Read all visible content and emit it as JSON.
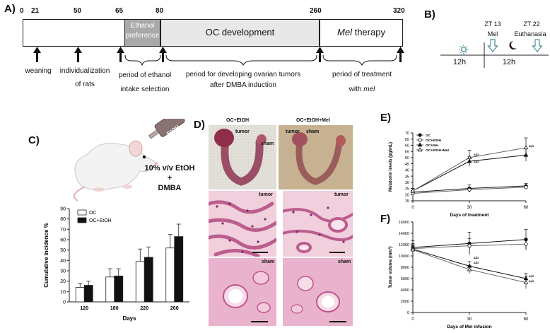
{
  "panel_a": {
    "letter": "A)",
    "ticks": [
      "0",
      "21",
      "50",
      "65",
      "80",
      "260",
      "320"
    ],
    "phases": [
      "Ethanol",
      "preference",
      "OC development",
      "Mel",
      "therapy"
    ],
    "arrow_labels": [
      "weaning",
      "individualization",
      "of rats"
    ],
    "bracket_labels": [
      [
        "period of ethanol",
        "intake selection"
      ],
      [
        "period for developing ovarian tumors",
        "after DMBA induction"
      ],
      [
        "period of treatment",
        "with",
        "mel"
      ]
    ]
  },
  "panel_b": {
    "letter": "B)",
    "zt13": "ZT 13",
    "mel": "Mel",
    "zt22": "ZT 22",
    "euthanasia": "Euthanasia",
    "light_period": "12h",
    "dark_period": "12h",
    "icons": [
      "sun-icon",
      "moon-icon",
      "down-arrow-icon"
    ]
  },
  "panel_c": {
    "letter": "C)",
    "bottle_label": "EtOH",
    "treatment_line1": "10% v/v EtOH",
    "treatment_line2": "+",
    "treatment_line3": "DMBA"
  },
  "panel_d": {
    "letter": "D)",
    "col_titles": [
      "OC+EtOH",
      "OC+EtOH+Mel"
    ],
    "captions": {
      "tumor": "tumor",
      "sham": "sham"
    }
  },
  "panel_e": {
    "letter": "E)"
  },
  "panel_f": {
    "letter": "F)"
  },
  "chart_data": [
    {
      "id": "C",
      "type": "bar",
      "xlabel": "Days",
      "ylabel": "Cumulative incidence %",
      "categories": [
        "120",
        "180",
        "220",
        "260"
      ],
      "ylim": [
        0,
        90
      ],
      "yticks": [
        0,
        10,
        20,
        30,
        40,
        50,
        60,
        70,
        80,
        90
      ],
      "series": [
        {
          "name": "OC",
          "color": "#ffffff",
          "values": [
            14,
            24,
            39,
            52
          ],
          "errors": [
            4,
            8,
            12,
            13
          ]
        },
        {
          "name": "OC+EtOH",
          "color": "#111111",
          "values": [
            16,
            25,
            43,
            63
          ],
          "errors": [
            4,
            7,
            10,
            12
          ]
        }
      ],
      "legend": "top-left"
    },
    {
      "id": "E",
      "type": "line",
      "xlabel": "Days of treatment",
      "ylabel": "Melatonin levels (pg/mL)",
      "x": [
        0,
        30,
        60
      ],
      "ylim": [
        15,
        70
      ],
      "yticks": [
        15,
        20,
        25,
        30,
        35,
        40,
        45,
        50,
        55,
        60,
        65,
        70
      ],
      "series": [
        {
          "name": "OC",
          "marker": "filled-circle",
          "values": [
            22,
            25,
            27
          ],
          "errors": [
            1.5,
            3,
            2
          ]
        },
        {
          "name": "OC+EtOH",
          "marker": "open-circle",
          "values": [
            21,
            24,
            26
          ],
          "errors": [
            1.5,
            2,
            1.5
          ]
        },
        {
          "name": "OC+Mel",
          "marker": "filled-triangle",
          "values": [
            23,
            47,
            52
          ],
          "errors": [
            2,
            4,
            5
          ]
        },
        {
          "name": "OC+EtOH+Mel",
          "marker": "open-triangle",
          "values": [
            23,
            50,
            58
          ],
          "errors": [
            2,
            6,
            8
          ]
        }
      ],
      "annotations": [
        "a,b",
        "a,b",
        "a,b"
      ],
      "legend": "top-left"
    },
    {
      "id": "F",
      "type": "line",
      "xlabel": "Days of Mel infusion",
      "ylabel": "Tumor volume (mm³)",
      "x": [
        0,
        30,
        60
      ],
      "ylim": [
        0,
        16000
      ],
      "yticks": [
        0,
        2000,
        4000,
        6000,
        8000,
        10000,
        12000,
        14000,
        16000
      ],
      "series": [
        {
          "name": "OC",
          "marker": "filled-circle",
          "values": [
            11500,
            12200,
            12900
          ],
          "errors": [
            1200,
            2000,
            1800
          ]
        },
        {
          "name": "OC+EtOH",
          "marker": "open-circle",
          "values": [
            11300,
            11800,
            12100
          ],
          "errors": [
            900,
            1300,
            1000
          ]
        },
        {
          "name": "OC+Mel",
          "marker": "filled-triangle",
          "values": [
            11200,
            8200,
            6000
          ],
          "errors": [
            800,
            800,
            900
          ]
        },
        {
          "name": "OC+EtOH+Mel",
          "marker": "open-triangle",
          "values": [
            11100,
            7600,
            5300
          ],
          "errors": [
            700,
            700,
            1100
          ]
        }
      ],
      "annotations": [
        "a,b",
        "a,b",
        "a,b",
        "a,b"
      ]
    }
  ]
}
